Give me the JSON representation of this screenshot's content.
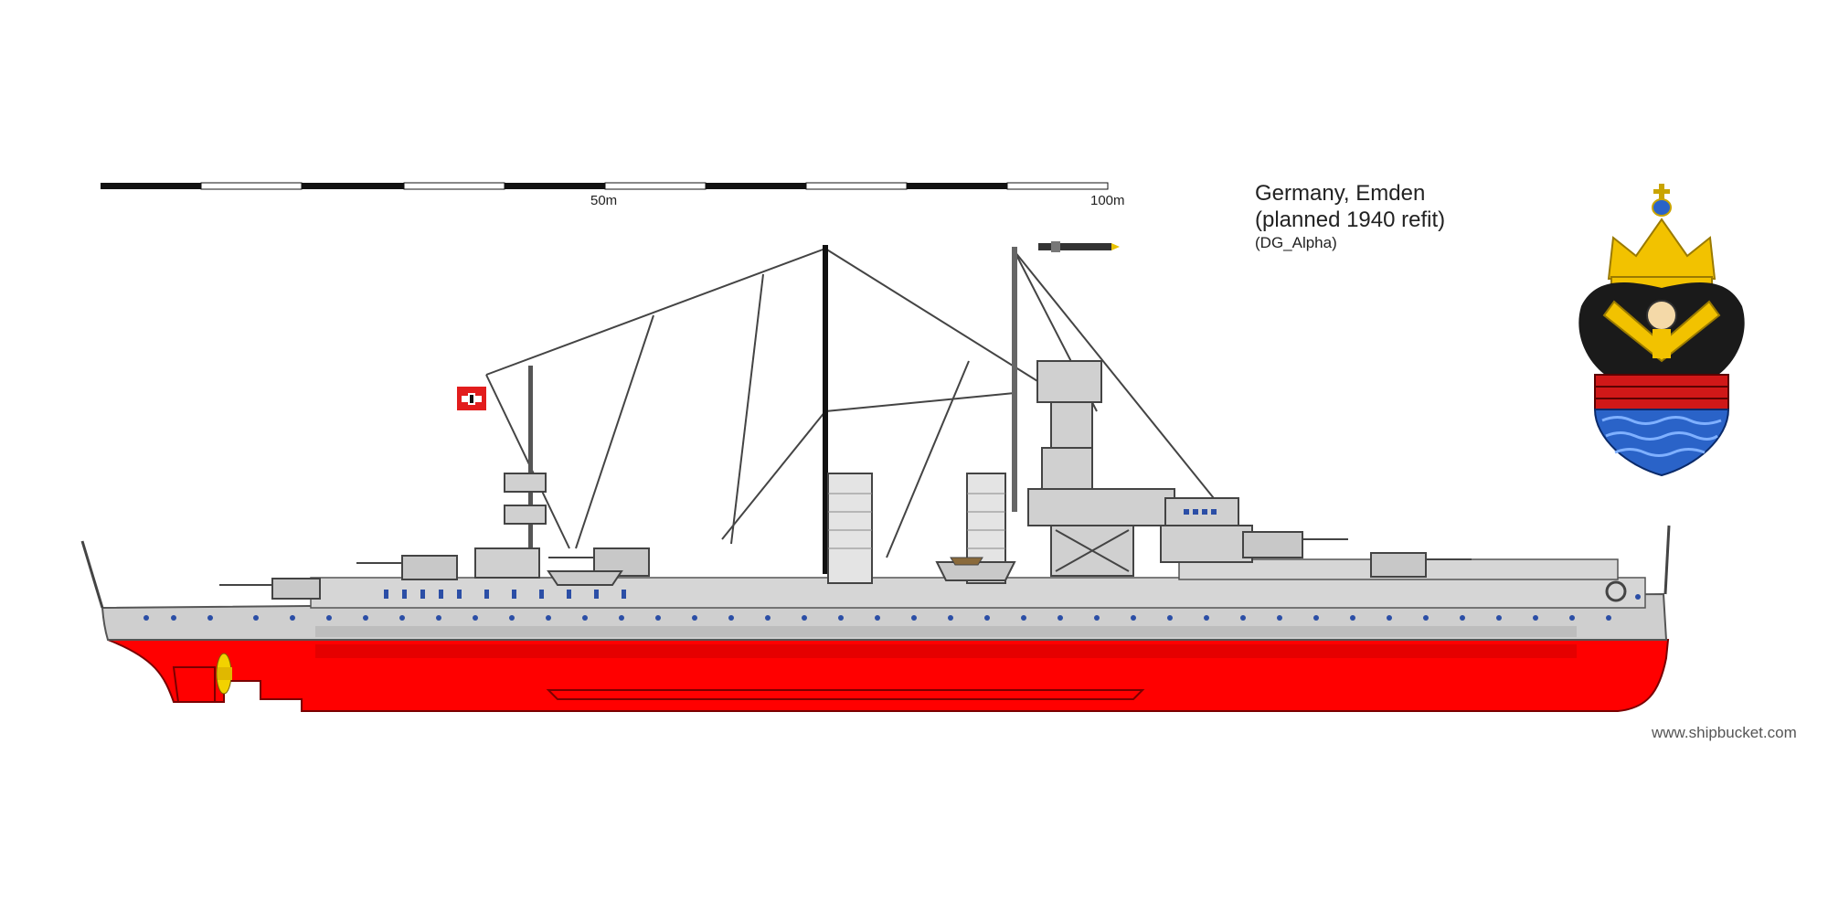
{
  "scale_bar": {
    "mid_label": "50m",
    "end_label": "100m"
  },
  "caption": {
    "line1": "Germany, Emden",
    "line2": "(planned 1940 refit)",
    "credit": "(DG_Alpha)"
  },
  "watermark": "www.shipbucket.com",
  "colors": {
    "hull_upper": "#cfcfcf",
    "hull_lower": "#ff0000",
    "rigging": "#444444",
    "crest_gold": "#f2c200",
    "crest_blue": "#2a63c8",
    "crest_brick": "#d01818"
  }
}
